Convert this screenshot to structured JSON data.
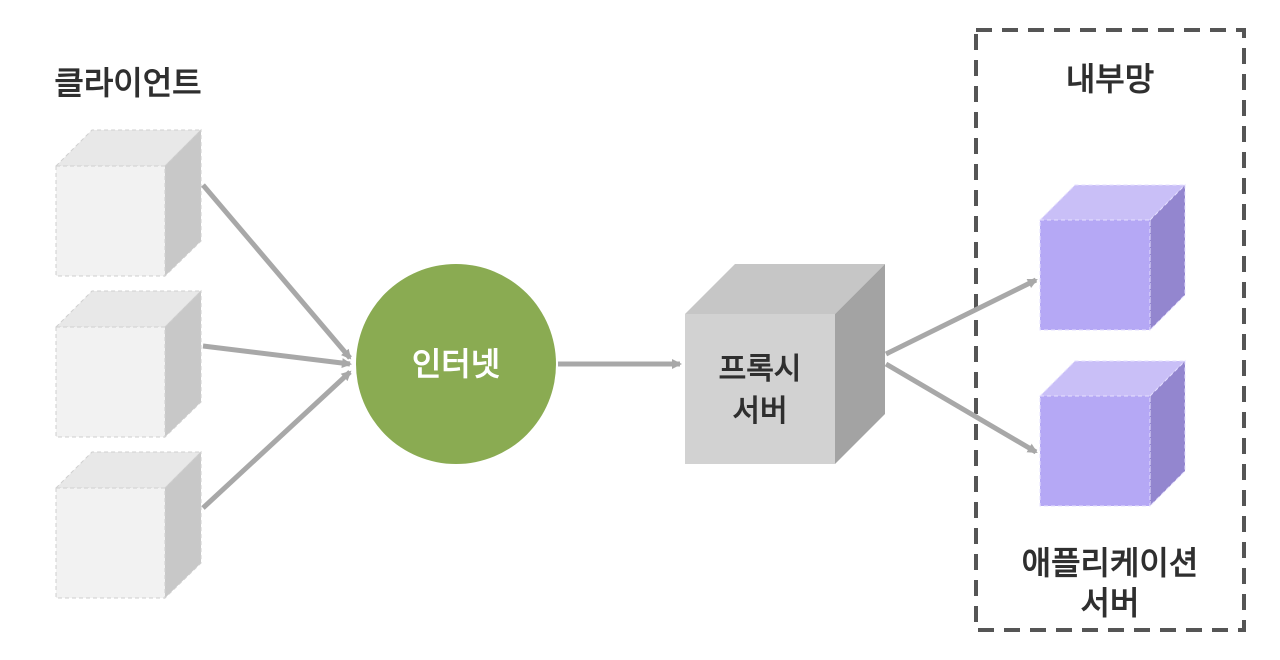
{
  "labels": {
    "clients": "클라이언트",
    "internet": "인터넷",
    "proxy_line1": "프록시",
    "proxy_line2": "서버",
    "internal_network": "내부망",
    "app_line1": "애플리케이션",
    "app_line2": "서버"
  },
  "colors": {
    "client_front": "#f2f2f2",
    "client_top": "#e8e8e8",
    "client_side": "#c8c8c8",
    "internet": "#8aab52",
    "proxy_front": "#d2d2d2",
    "proxy_top": "#c6c6c6",
    "proxy_side": "#a3a3a3",
    "app_front": "#b5a8f5",
    "app_top": "#c9bff7",
    "app_side": "#9386cf",
    "arrow": "#a8a8a8",
    "boundary": "#555555",
    "text": "#2f2f2f"
  }
}
